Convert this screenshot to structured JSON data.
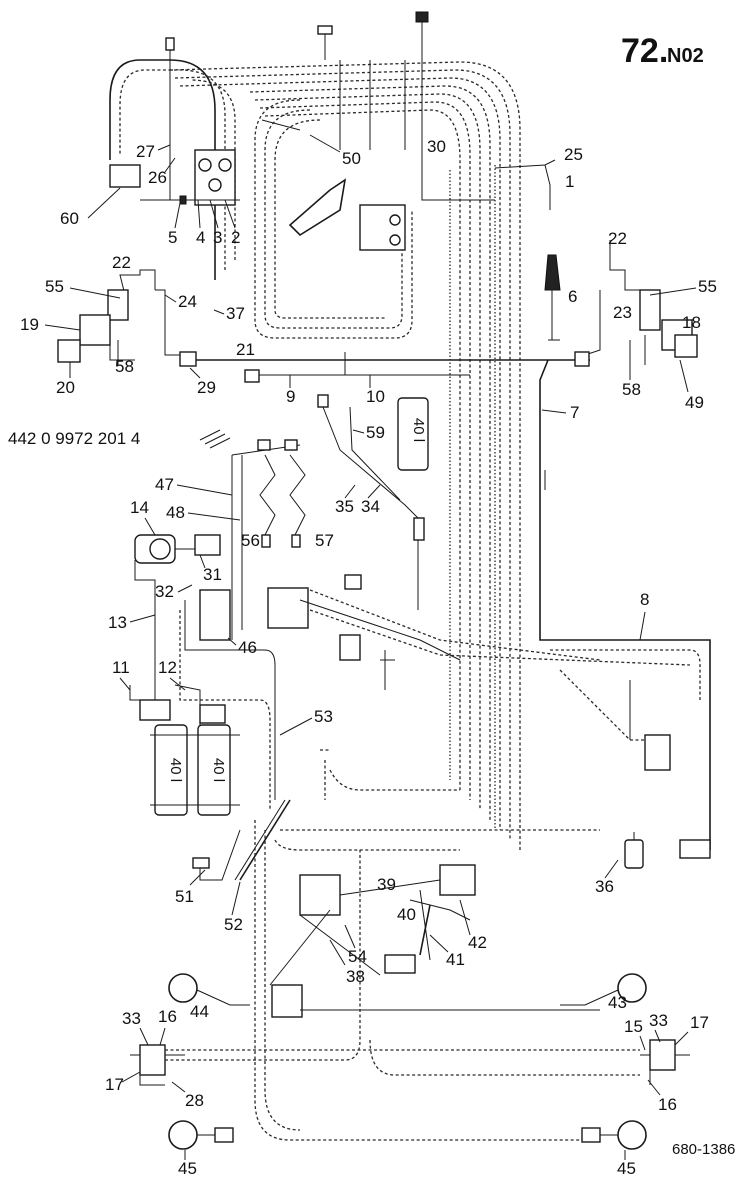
{
  "header": {
    "title_main": "72.",
    "title_sub": "N02"
  },
  "part_number": "442 0 9972 201 4",
  "reference": "680-1386",
  "tank_label": "40 l",
  "callouts": [
    "1",
    "2",
    "3",
    "4",
    "5",
    "6",
    "7",
    "8",
    "9",
    "10",
    "11",
    "12",
    "13",
    "14",
    "15",
    "16",
    "17",
    "18",
    "19",
    "20",
    "21",
    "22",
    "23",
    "24",
    "25",
    "26",
    "27",
    "28",
    "29",
    "30",
    "31",
    "32",
    "33",
    "34",
    "35",
    "36",
    "37",
    "38",
    "39",
    "40",
    "41",
    "42",
    "43",
    "44",
    "45",
    "46",
    "47",
    "48",
    "49",
    "50",
    "51",
    "52",
    "53",
    "54",
    "55",
    "56",
    "57",
    "58",
    "59",
    "60"
  ]
}
